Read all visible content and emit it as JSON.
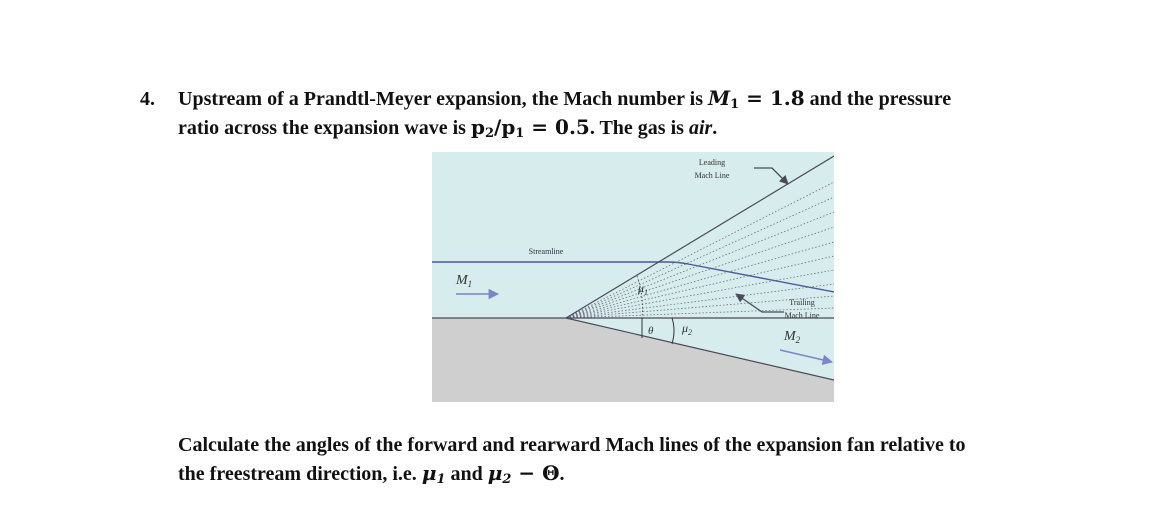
{
  "problem": {
    "number": "4.",
    "line1_a": "Upstream of a Prandtl-Meyer expansion, the Mach number is ",
    "line1_var": "M",
    "line1_sub": "1",
    "line1_eq": " = 1.8",
    "line1_b": " and the pressure",
    "line2_a": "ratio across the expansion wave is ",
    "line2_p2": "p",
    "line2_p2_sub": "2",
    "line2_slash": "/",
    "line2_p1": "p",
    "line2_p1_sub": "1",
    "line2_eq": " = 0.5",
    "line2_b": ". The gas is ",
    "line2_air": "air",
    "line2_end": "."
  },
  "figure": {
    "leading_label_1": "Leading",
    "leading_label_2": "Mach Line",
    "streamline_label": "Streamline",
    "m1_label": "M",
    "m1_sub": "1",
    "mu1_label": "μ",
    "mu1_sub": "1",
    "theta_label": "θ",
    "mu2_label": "μ",
    "mu2_sub": "2",
    "trailing_label_1": "Trailing",
    "trailing_label_2": "Mach Line",
    "m2_label": "M",
    "m2_sub": "2",
    "colors": {
      "flow": "#d7ecec",
      "wall": "#cfcfcf",
      "lines": "#4a4a5a",
      "arrows": "#7b86c8"
    }
  },
  "question": {
    "line1": "Calculate the angles of the forward and rearward Mach lines of the expansion fan relative to",
    "line2_a": "the freestream direction, i.e. ",
    "mu1": "μ",
    "mu1_sub": "1",
    "and": " and ",
    "mu2": "μ",
    "mu2_sub": "2",
    "minus": " − ",
    "theta": "Θ",
    "end": "."
  }
}
